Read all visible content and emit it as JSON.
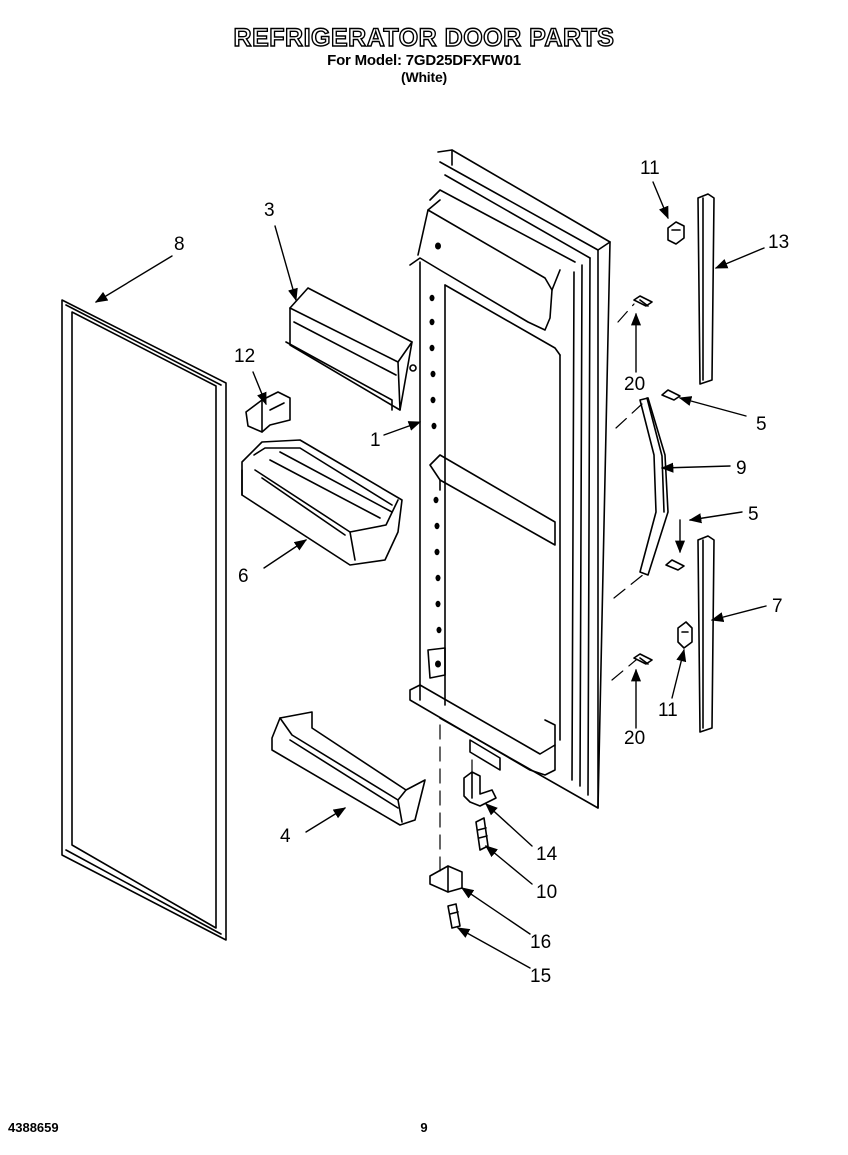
{
  "header": {
    "title": "REFRIGERATOR DOOR PARTS",
    "model_line": "For Model: 7GD25DFXFW01",
    "color_line": "(White)"
  },
  "callouts": [
    {
      "id": "c1",
      "label": "1"
    },
    {
      "id": "c3",
      "label": "3"
    },
    {
      "id": "c4",
      "label": "4"
    },
    {
      "id": "c5a",
      "label": "5"
    },
    {
      "id": "c5b",
      "label": "5"
    },
    {
      "id": "c6",
      "label": "6"
    },
    {
      "id": "c7",
      "label": "7"
    },
    {
      "id": "c8",
      "label": "8"
    },
    {
      "id": "c9",
      "label": "9"
    },
    {
      "id": "c10",
      "label": "10"
    },
    {
      "id": "c11a",
      "label": "11"
    },
    {
      "id": "c11b",
      "label": "11"
    },
    {
      "id": "c12",
      "label": "12"
    },
    {
      "id": "c13",
      "label": "13"
    },
    {
      "id": "c14",
      "label": "14"
    },
    {
      "id": "c15",
      "label": "15"
    },
    {
      "id": "c16",
      "label": "16"
    },
    {
      "id": "c20a",
      "label": "20"
    },
    {
      "id": "c20b",
      "label": "20"
    }
  ],
  "footer": {
    "doc_number": "4388659",
    "page_number": "9"
  }
}
